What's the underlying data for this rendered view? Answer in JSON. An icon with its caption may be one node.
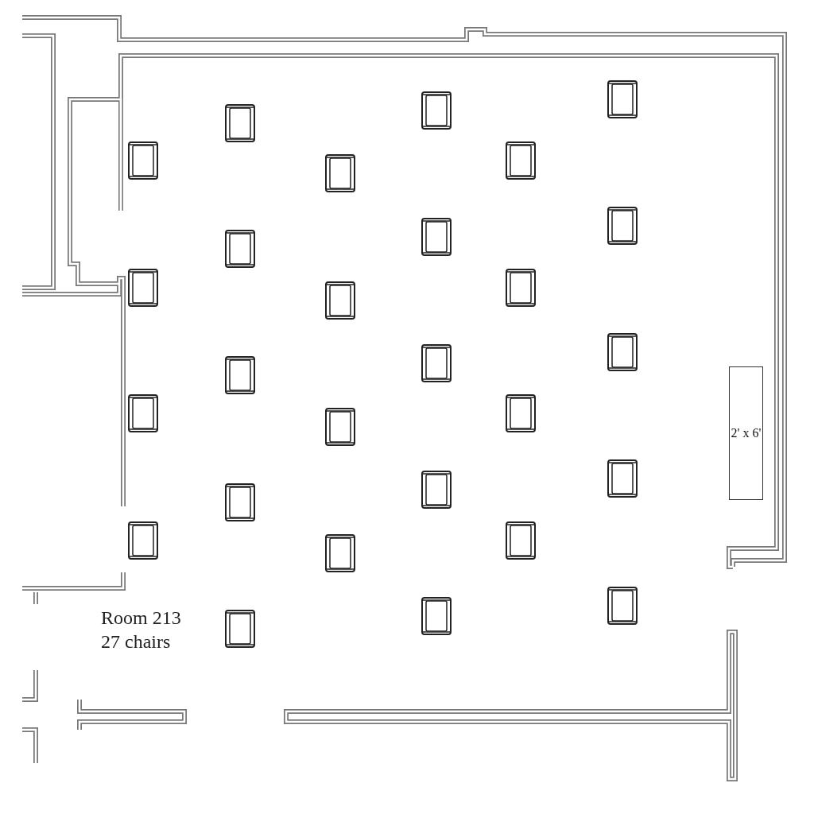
{
  "diagram": {
    "nodes": [
      {
        "text": [
          "2' x 6'"
        ]
      }
    ],
    "labels": [
      "Room 213",
      "27 chairs"
    ]
  }
}
